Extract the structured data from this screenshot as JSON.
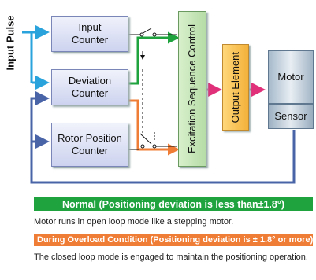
{
  "side_label": "Input Pulse",
  "boxes": {
    "input_counter": "Input\nCounter",
    "deviation_counter": "Deviation\nCounter",
    "rotor_position_counter": "Rotor Position\nCounter",
    "excitation": "Excitation Sequence Control",
    "output_element": "Output Element",
    "motor": "Motor",
    "sensor": "Sensor"
  },
  "normal": {
    "title": "Normal (Positioning deviation is less than±1.8°)",
    "description": "Motor runs in open loop mode like a stepping motor."
  },
  "overload": {
    "title": "During Overload Condition (Positioning deviation is ± 1.8° or more)",
    "description": "The closed loop mode is engaged to maintain the positioning operation."
  },
  "colors": {
    "blue": "#2aa3dc",
    "green": "#1ea33e",
    "orange": "#f07d36",
    "navy": "#4a64a8",
    "pink": "#e0307a"
  }
}
